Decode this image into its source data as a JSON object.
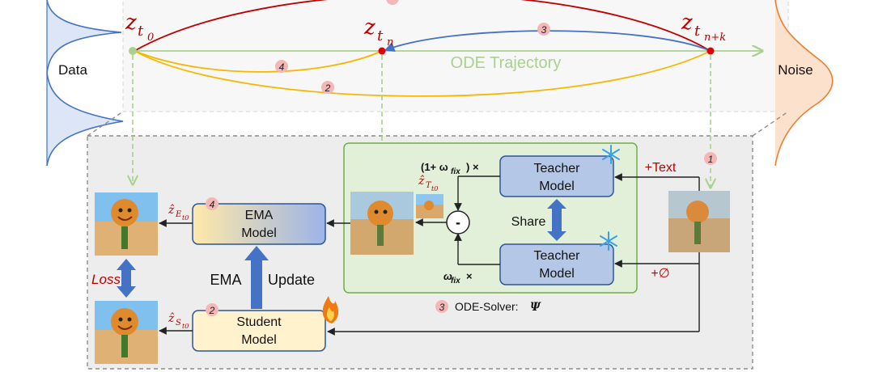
{
  "trajectory": {
    "z_t0": "z",
    "z_t0_sub": "t",
    "z_t0_subsub": "0",
    "z_tn": "z",
    "z_tn_sub": "t",
    "z_tn_subsub": "n",
    "z_tnk": "z",
    "z_tnk_sub": "t",
    "z_tnk_subsub": "n+k",
    "ode_label": "ODE Trajectory",
    "data_label": "Data",
    "noise_label": "Noise",
    "step_1": "1",
    "step_2": "2",
    "step_3": "3",
    "step_4": "4"
  },
  "solver": {
    "teacher_top": [
      "Teacher",
      "Model"
    ],
    "teacher_bottom": [
      "Teacher",
      "Model"
    ],
    "share": "Share",
    "text_cond": "+Text",
    "null_cond": "+∅",
    "coef_top": "(1+ ω",
    "coef_top_sub": "fix",
    "coef_top_end": ") ×",
    "coef_bottom": "ω",
    "coef_bottom_sub": "fix",
    "coef_bottom_end": " ×",
    "minus": "-",
    "z_hat_T": "ẑ",
    "z_hat_T_sub": "T",
    "z_hat_T_subsub": "t0",
    "caption_num": "3",
    "caption": "ODE-Solver: ",
    "caption_psi": "Ψ"
  },
  "student_side": {
    "ema_model": [
      "EMA",
      "Model"
    ],
    "student_model": [
      "Student",
      "Model"
    ],
    "ema_label": "EMA",
    "update_label": "Update",
    "loss_label": "Loss",
    "z_hat_E": "ẑ",
    "z_hat_E_sub": "E",
    "z_hat_E_subsub": "t0",
    "z_hat_S": "ẑ",
    "z_hat_S_sub": "S",
    "z_hat_S_subsub": "t0",
    "badge_4": "4",
    "badge_2": "2"
  },
  "colors": {
    "red_path": "#c00000",
    "blue_path": "#4472c4",
    "yellow_path": "#f5b800",
    "green_traj": "#a9d18e",
    "teacher_fill": "#b4c7e7",
    "teacher_stroke": "#2f5597",
    "solver_fill": "#e2f0d9",
    "solver_stroke": "#70ad47",
    "student_fill": "#fff2cc",
    "data_dist": "#4472c4",
    "noise_dist": "#ed7d31",
    "badge_fill": "#f4b6b6"
  }
}
